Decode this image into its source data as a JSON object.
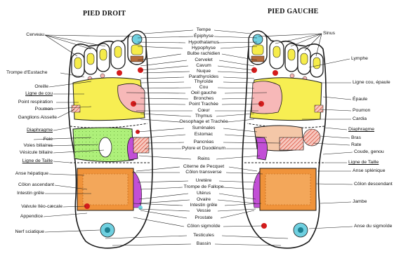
{
  "titles": {
    "right_foot": "PIED DROIT",
    "left_foot": "PIED GAUCHE"
  },
  "labels_left": [
    "Cerveau",
    "Trompe d'Eustache",
    "Oreille",
    "Ligne de cou",
    "Point respiration",
    "Poumon",
    "Ganglions Aisselle",
    "Diaphragme",
    "Foie",
    "Voies biliaires",
    "Vésicule biliaire",
    "Ligne de Taille",
    "Anse hépatique",
    "Côlon ascendant",
    "Intestin grêle",
    "Valvule Iléo-cæcale",
    "Appendice",
    "Nerf sciatique"
  ],
  "labels_center": [
    "Tempe",
    "Épiphyse",
    "Hypothalamus",
    "Hypophyse",
    "Bulbe rachidien",
    "Cervelet",
    "Cavum",
    "Nuque",
    "Parathyroïdes",
    "Thyroïde",
    "Cou",
    "Oeil gauche",
    "Bronches",
    "Point Trachée",
    "Cœur",
    "Thymus",
    "Oesophage et Trachée",
    "Surrénales",
    "Estomac",
    "Pancréas",
    "Pylore et Duodénum",
    "Reins",
    "Citerne de Pecquet",
    "Côlon transverse",
    "Uretère",
    "Trompe de Fallope",
    "Utérus",
    "Ovaire",
    "Intestin grêle",
    "Vessie",
    "Prostate",
    "Côlon sigmoïde",
    "Testicules",
    "Bassin"
  ],
  "labels_right": [
    "Sinus",
    "Lymphe",
    "Ligne cou, épaule",
    "Épaule",
    "Poumon",
    "Cardia",
    "Diaphragme",
    "Bras",
    "Rate",
    "Coude, genou",
    "Ligne de Taille",
    "Anse splénique",
    "Côlon descendant",
    "Jambe",
    "Anse du sigmoïde"
  ],
  "colors": {
    "outline": "#1a1a1a",
    "toes_blue": "#6fd0e0",
    "toes_yellow": "#f6ec4a",
    "lung_yellow": "#f7ee52",
    "head_pink": "#f7b8b8",
    "liver_green": "#aef07a",
    "intestine_orange": "#f0933a",
    "stomach_peach": "#f4c7a8",
    "kidney_purple": "#c24fd6",
    "pancreas_red": "#e8492f",
    "eye_red": "#d41b1b",
    "diaphragm_yellow": "#f2e77a"
  }
}
